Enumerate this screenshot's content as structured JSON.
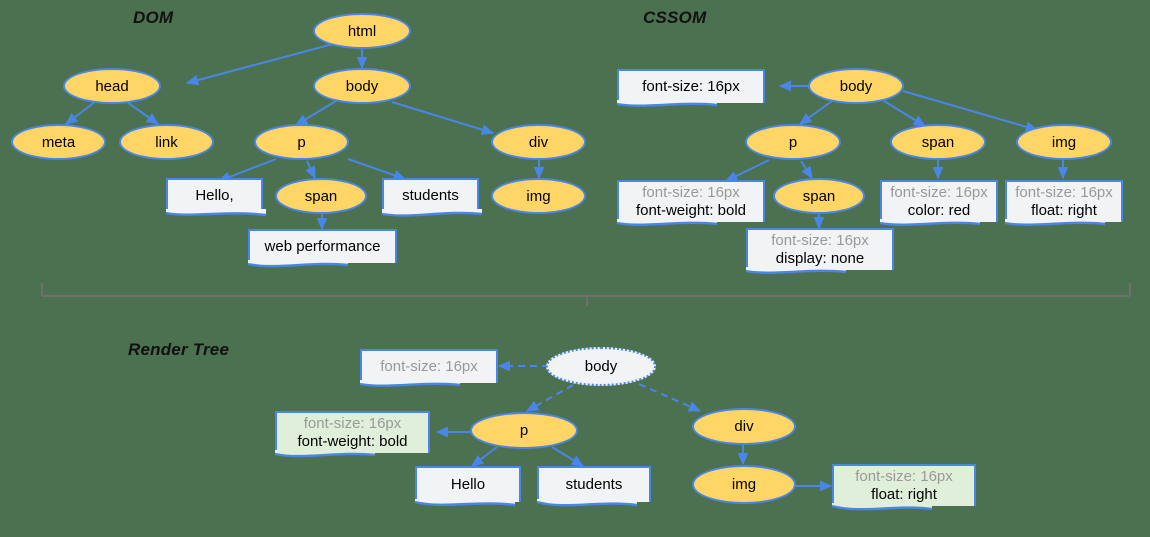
{
  "background_color": "#4c7150",
  "accent_color": "#4a86e8",
  "node_fill": "#ffd666",
  "box_fill": "#f1f3f4",
  "box_fill_green": "#e0efd9",
  "sections": {
    "dom": {
      "title": "DOM"
    },
    "cssom": {
      "title": "CSSOM"
    },
    "render_tree": {
      "title": "Render Tree"
    }
  },
  "dom": {
    "nodes": [
      {
        "id": "html",
        "label": "html"
      },
      {
        "id": "head",
        "label": "head"
      },
      {
        "id": "body",
        "label": "body"
      },
      {
        "id": "meta",
        "label": "meta"
      },
      {
        "id": "link",
        "label": "link"
      },
      {
        "id": "p",
        "label": "p"
      },
      {
        "id": "div",
        "label": "div"
      },
      {
        "id": "span",
        "label": "span"
      },
      {
        "id": "img",
        "label": "img"
      }
    ],
    "text_boxes": [
      {
        "id": "hello",
        "label": "Hello,"
      },
      {
        "id": "students",
        "label": "students"
      },
      {
        "id": "webperf",
        "label": "web performance"
      }
    ]
  },
  "cssom": {
    "nodes": [
      {
        "id": "body",
        "label": "body"
      },
      {
        "id": "p",
        "label": "p"
      },
      {
        "id": "span-top",
        "label": "span"
      },
      {
        "id": "img",
        "label": "img"
      },
      {
        "id": "span-nest",
        "label": "span"
      }
    ],
    "rules": [
      {
        "id": "body-rule",
        "lines": [
          {
            "text": "font-size: 16px",
            "dim": false
          }
        ]
      },
      {
        "id": "p-rule",
        "lines": [
          {
            "text": "font-size: 16px",
            "dim": true
          },
          {
            "text": "font-weight: bold",
            "dim": false
          }
        ]
      },
      {
        "id": "span-nest-rule",
        "lines": [
          {
            "text": "font-size: 16px",
            "dim": true
          },
          {
            "text": "display: none",
            "dim": false
          }
        ]
      },
      {
        "id": "span-top-rule",
        "lines": [
          {
            "text": "font-size: 16px",
            "dim": true
          },
          {
            "text": "color: red",
            "dim": false
          }
        ]
      },
      {
        "id": "img-rule",
        "lines": [
          {
            "text": "font-size: 16px",
            "dim": true
          },
          {
            "text": "float: right",
            "dim": false
          }
        ]
      }
    ]
  },
  "render_tree": {
    "nodes": [
      {
        "id": "body",
        "label": "body",
        "style": "ghost"
      },
      {
        "id": "p",
        "label": "p",
        "style": "element"
      },
      {
        "id": "div",
        "label": "div",
        "style": "element"
      },
      {
        "id": "img",
        "label": "img",
        "style": "element"
      }
    ],
    "text_boxes": [
      {
        "id": "hello",
        "label": "Hello"
      },
      {
        "id": "students",
        "label": "students"
      }
    ],
    "rules": [
      {
        "id": "body-rule",
        "green": false,
        "lines": [
          {
            "text": "font-size: 16px",
            "dim": true
          }
        ]
      },
      {
        "id": "p-rule",
        "green": true,
        "lines": [
          {
            "text": "font-size: 16px",
            "dim": true
          },
          {
            "text": "font-weight: bold",
            "dim": false
          }
        ]
      },
      {
        "id": "img-rule",
        "green": true,
        "lines": [
          {
            "text": "font-size: 16px",
            "dim": true
          },
          {
            "text": "float: right",
            "dim": false
          }
        ]
      }
    ]
  }
}
